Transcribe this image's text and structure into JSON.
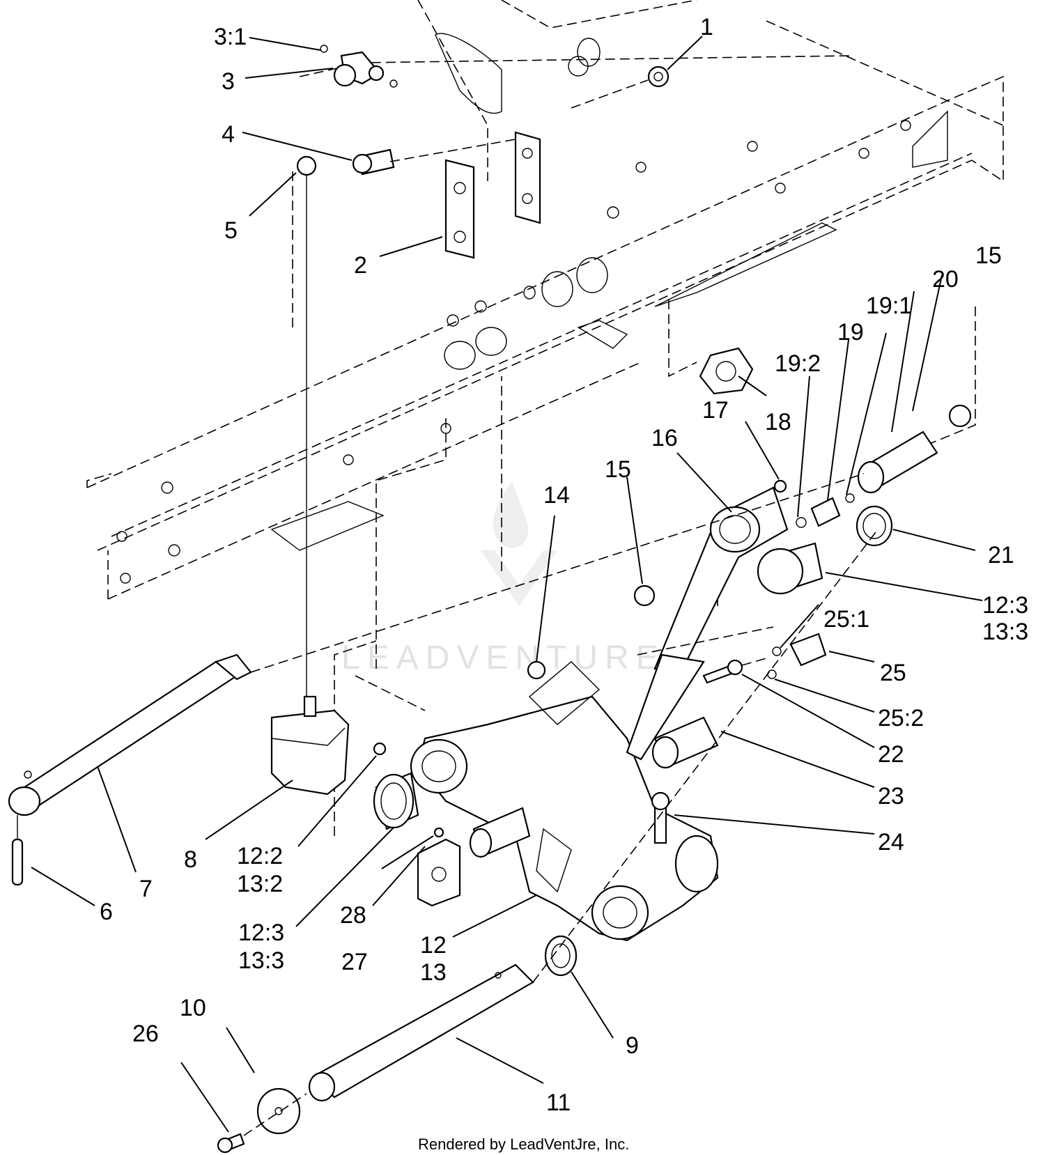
{
  "watermark": {
    "text": "LEADVENTURE",
    "icon": "leadventure-logo-icon"
  },
  "footer": {
    "credit": "Rendered by LeadVentJre, Inc."
  },
  "callouts": [
    {
      "id": "c1",
      "text": "1"
    },
    {
      "id": "c2",
      "text": "2"
    },
    {
      "id": "c3",
      "text": "3"
    },
    {
      "id": "c3_1",
      "text": "3:1"
    },
    {
      "id": "c4",
      "text": "4"
    },
    {
      "id": "c5",
      "text": "5"
    },
    {
      "id": "c6",
      "text": "6"
    },
    {
      "id": "c7",
      "text": "7"
    },
    {
      "id": "c8",
      "text": "8"
    },
    {
      "id": "c9",
      "text": "9"
    },
    {
      "id": "c10",
      "text": "10"
    },
    {
      "id": "c11",
      "text": "11"
    },
    {
      "id": "c12_13a",
      "text": "12"
    },
    {
      "id": "c12_13b",
      "text": "13"
    },
    {
      "id": "c12_2a",
      "text": "12:2"
    },
    {
      "id": "c12_2b",
      "text": "13:2"
    },
    {
      "id": "c12_3a_l",
      "text": "12:3"
    },
    {
      "id": "c12_3b_l",
      "text": "13:3"
    },
    {
      "id": "c12_3a_r",
      "text": "12:3"
    },
    {
      "id": "c12_3b_r",
      "text": "13:3"
    },
    {
      "id": "c14",
      "text": "14"
    },
    {
      "id": "c15_a",
      "text": "15"
    },
    {
      "id": "c15_b",
      "text": "15"
    },
    {
      "id": "c16",
      "text": "16"
    },
    {
      "id": "c17",
      "text": "17"
    },
    {
      "id": "c18",
      "text": "18"
    },
    {
      "id": "c19",
      "text": "19"
    },
    {
      "id": "c19_1",
      "text": "19:1"
    },
    {
      "id": "c19_2",
      "text": "19:2"
    },
    {
      "id": "c20",
      "text": "20"
    },
    {
      "id": "c21",
      "text": "21"
    },
    {
      "id": "c22",
      "text": "22"
    },
    {
      "id": "c23",
      "text": "23"
    },
    {
      "id": "c24",
      "text": "24"
    },
    {
      "id": "c25",
      "text": "25"
    },
    {
      "id": "c25_1",
      "text": "25:1"
    },
    {
      "id": "c25_2",
      "text": "25:2"
    },
    {
      "id": "c26",
      "text": "26"
    },
    {
      "id": "c27",
      "text": "27"
    },
    {
      "id": "c28",
      "text": "28"
    }
  ]
}
